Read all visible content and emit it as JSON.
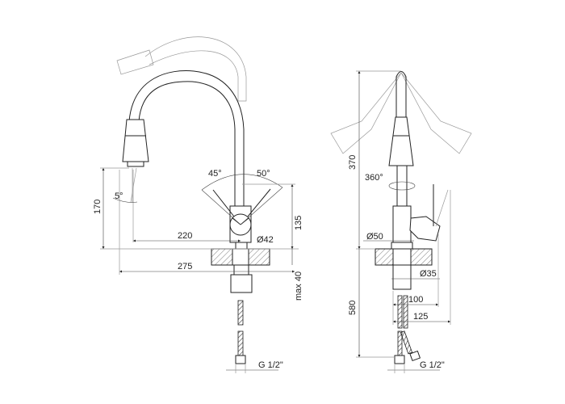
{
  "front_view": {
    "dims": {
      "spout_height": "170",
      "lever_height": "135",
      "reach_inner": "220",
      "reach_outer": "275",
      "body_diameter": "Ø42",
      "max_thickness": "max 40",
      "angle_left": "45°",
      "angle_right": "50°",
      "tilt_angle": "5°",
      "connection": "G 1/2\""
    }
  },
  "side_view": {
    "dims": {
      "total_height": "370",
      "hose_length": "580",
      "base_diameter": "Ø50",
      "hole_diameter": "Ø35",
      "depth_inner": "100",
      "depth_outer": "125",
      "rotation": "360°",
      "connection": "G 1/2\""
    }
  }
}
